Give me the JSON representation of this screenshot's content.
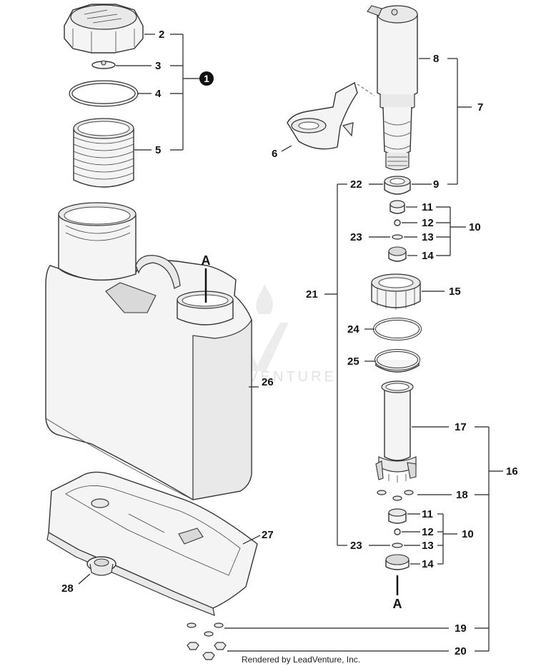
{
  "diagram": {
    "watermark": "LEADVENTURE",
    "footer": "Rendered by LeadVenture, Inc.",
    "callout": "1",
    "reference_marks": {
      "top": "A",
      "bottom": "A"
    },
    "labels": {
      "n2": "2",
      "n3": "3",
      "n4": "4",
      "n5": "5",
      "n6": "6",
      "n7": "7",
      "n8": "8",
      "n9": "9",
      "n10a": "10",
      "n10b": "10",
      "n11a": "11",
      "n11b": "11",
      "n12a": "12",
      "n12b": "12",
      "n13a": "13",
      "n13b": "13",
      "n14a": "14",
      "n14b": "14",
      "n15": "15",
      "n16": "16",
      "n17": "17",
      "n18": "18",
      "n19": "19",
      "n20": "20",
      "n21": "21",
      "n22": "22",
      "n23a": "23",
      "n23b": "23",
      "n24": "24",
      "n25": "25",
      "n26": "26",
      "n27": "27",
      "n28": "28"
    }
  }
}
